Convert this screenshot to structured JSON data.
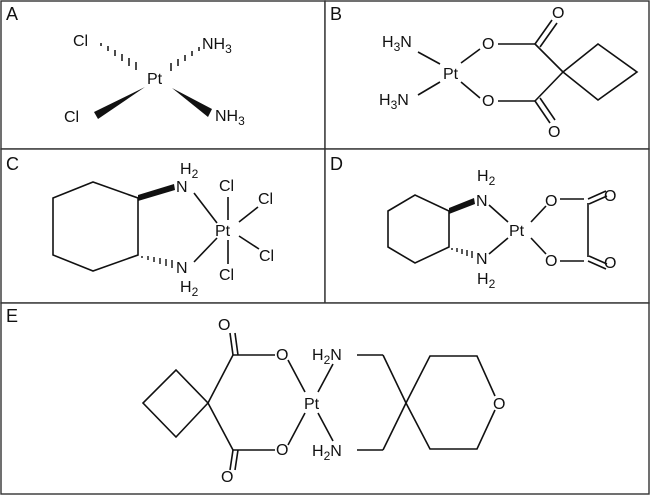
{
  "panels": {
    "A": {
      "label": "A",
      "atoms": {
        "pt": "Pt",
        "cl1": "Cl",
        "cl2": "Cl",
        "n1": "NH",
        "n1_sub": "3",
        "n2": "NH",
        "n2_sub": "3"
      }
    },
    "B": {
      "label": "B",
      "atoms": {
        "pt": "Pt",
        "n1_pre": "H",
        "n1_sub": "3",
        "n1_post": "N",
        "n2_pre": "H",
        "n2_sub": "3",
        "n2_post": "N",
        "o1": "O",
        "o2": "O",
        "o3": "O",
        "o4": "O"
      }
    },
    "C": {
      "label": "C",
      "atoms": {
        "pt": "Pt",
        "h_top": "H",
        "h_top_sub": "2",
        "n_top": "N",
        "n_bot": "N",
        "h_bot": "H",
        "h_bot_sub": "2",
        "cl1": "Cl",
        "cl2": "Cl",
        "cl3": "Cl",
        "cl4": "Cl"
      }
    },
    "D": {
      "label": "D",
      "atoms": {
        "pt": "Pt",
        "h_top": "H",
        "h_top_sub": "2",
        "n_top": "N",
        "n_bot": "N",
        "h_bot": "H",
        "h_bot_sub": "2",
        "o1": "O",
        "o2": "O",
        "o3": "O",
        "o4": "O"
      }
    },
    "E": {
      "label": "E",
      "atoms": {
        "pt": "Pt",
        "o1": "O",
        "o2": "O",
        "o3": "O",
        "o4": "O",
        "n1_pre": "H",
        "n1_sub": "2",
        "n1_post": "N",
        "n2_pre": "H",
        "n2_sub": "2",
        "n2_post": "N",
        "o_ring": "O"
      }
    }
  }
}
